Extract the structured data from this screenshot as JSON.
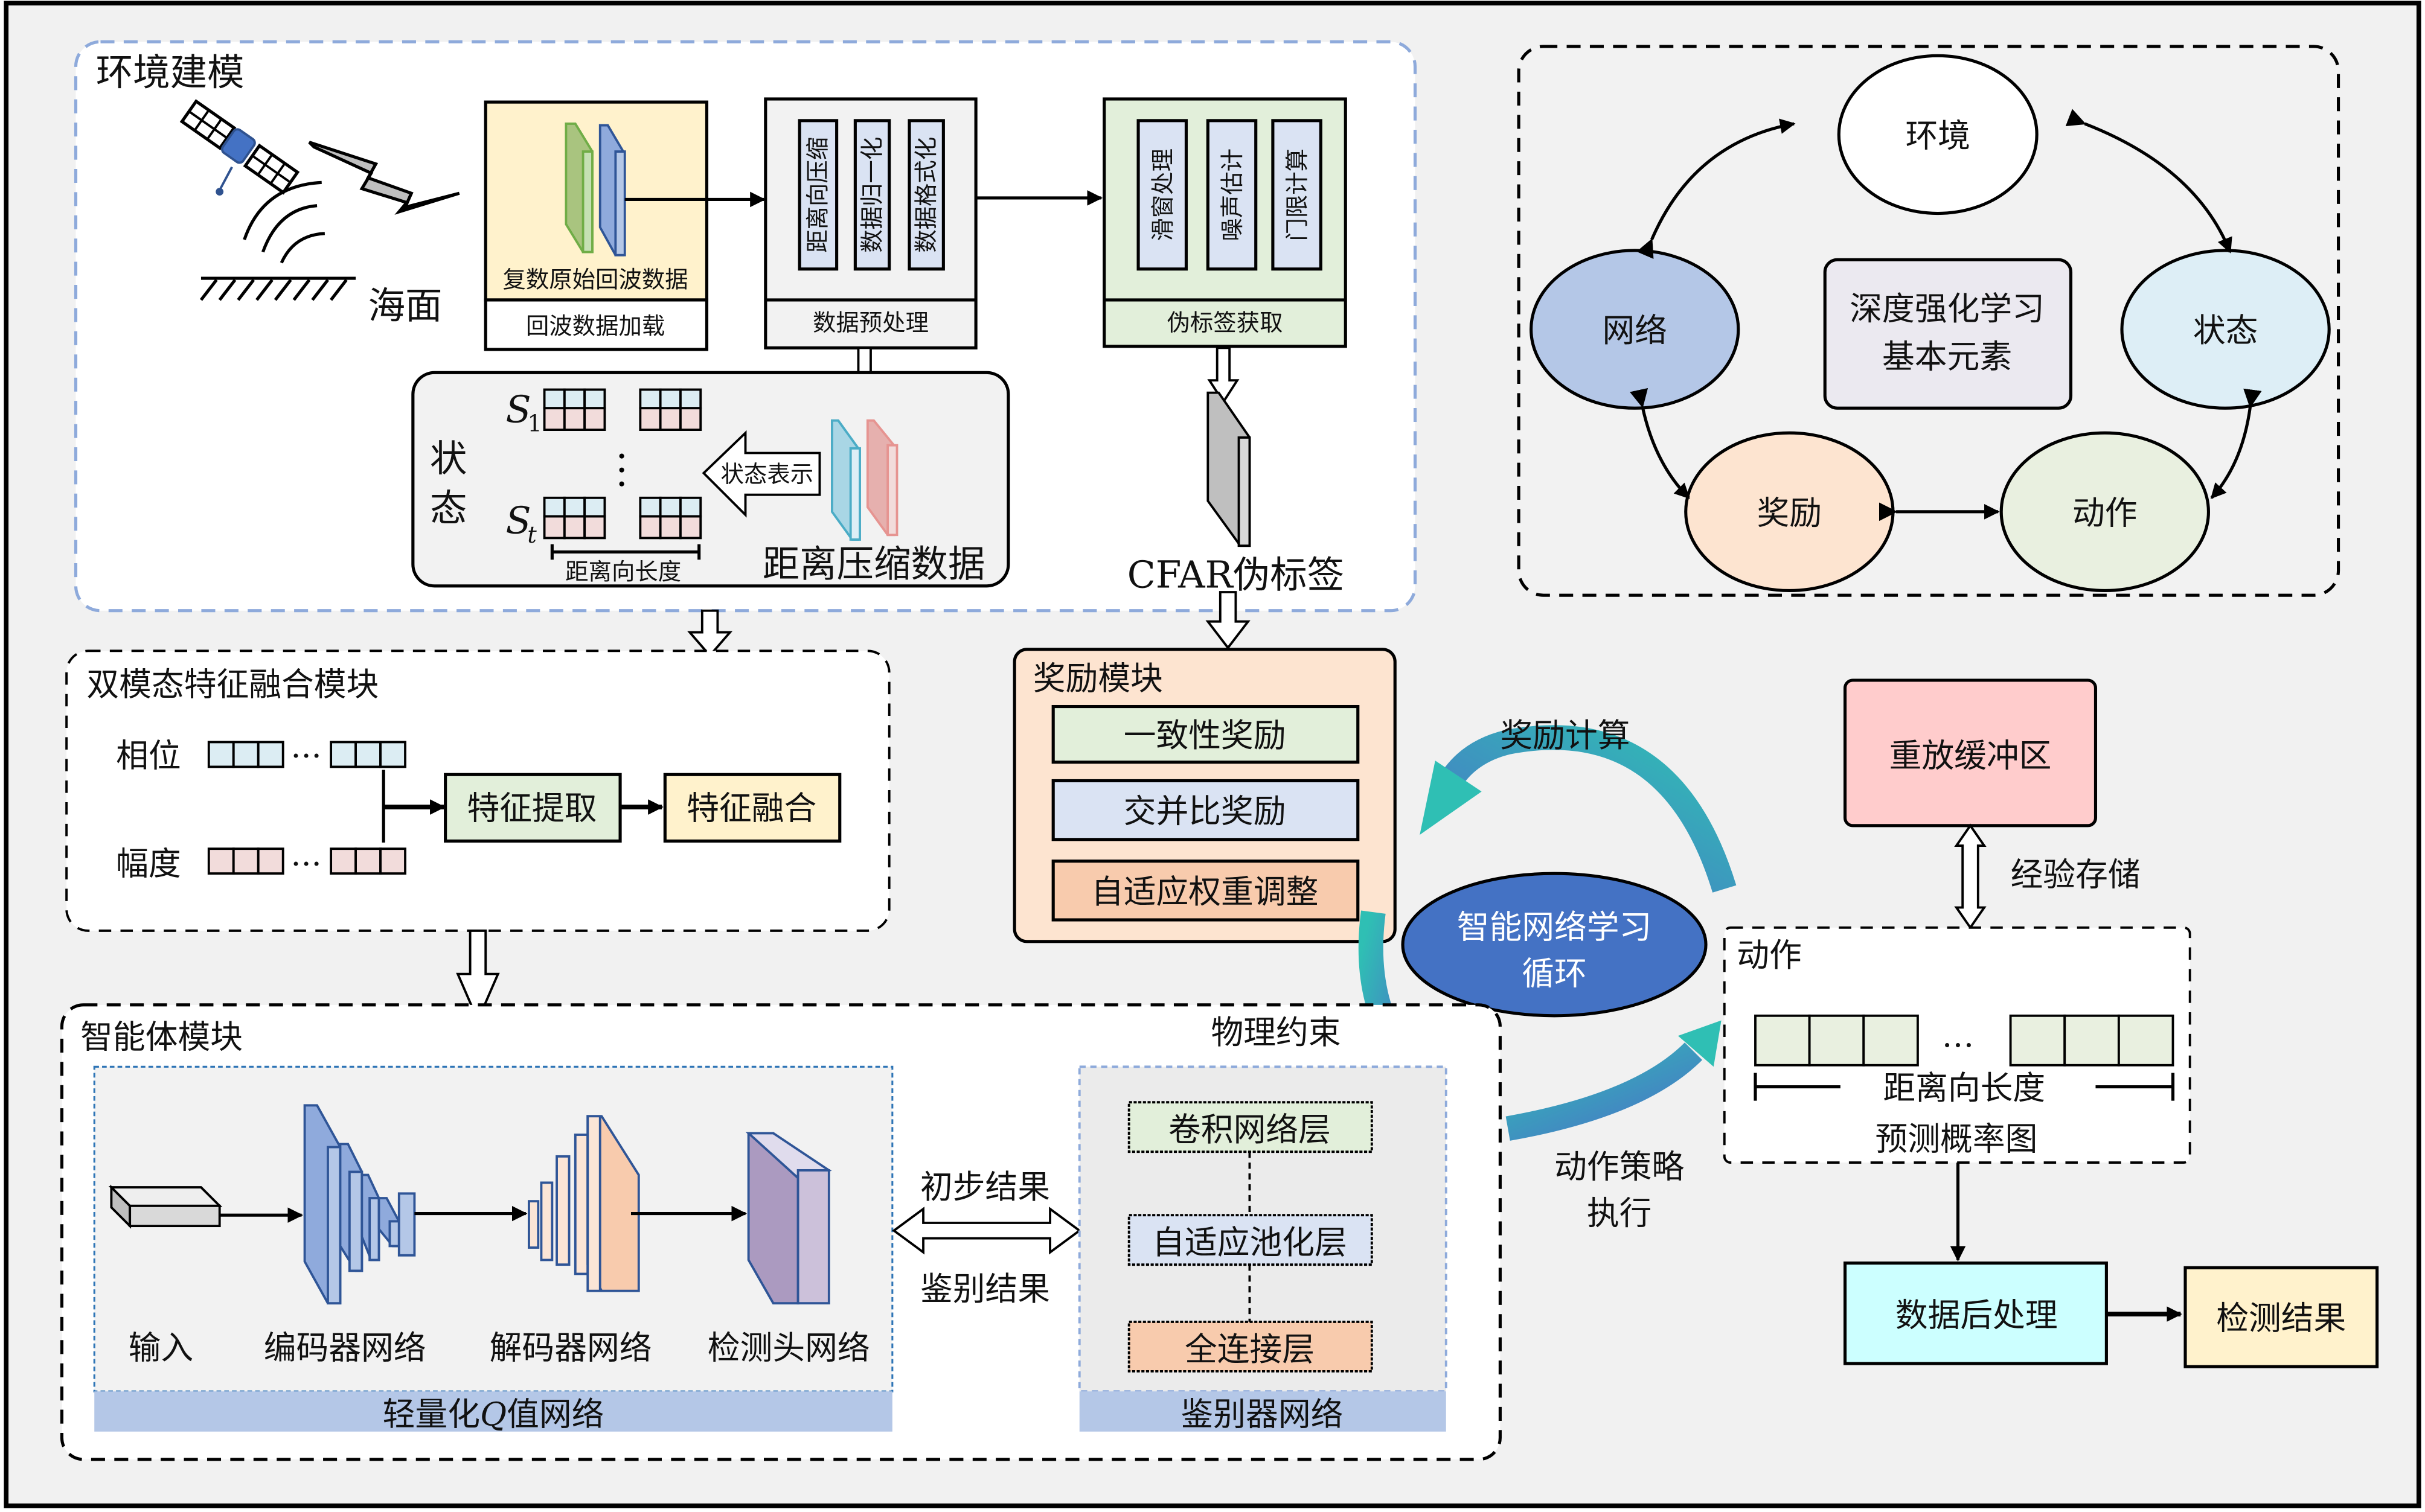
{
  "colors": {
    "background": "#f1f1f1",
    "env_border": "#8eaadb",
    "echo_box": "#fff2cc",
    "preproc_box": "#f2f2f2",
    "inner_blue": "#dae3f3",
    "pseudo_box": "#e2efda",
    "state_cell_blue": "#dcedf3",
    "state_cell_pink": "#f2dcdb",
    "reward_module": "#fde4d0",
    "reward_green": "#e2efda",
    "reward_blue": "#dae3f3",
    "reward_orange": "#f8cbad",
    "loop_ellipse": "#4472c4",
    "replay_buffer": "#ffcccc",
    "postproc": "#ccffff",
    "result": "#fff2cc",
    "qnet_bar": "#b4c7e7",
    "teal": "#2fbfb4"
  },
  "env": {
    "title": "环境建模",
    "sea_label": "海面",
    "echo_box_label": "复数原始回波数据",
    "echo_box_caption": "回波数据加载",
    "preproc_items": [
      "距离向压缩",
      "数据归一化",
      "数据格式化"
    ],
    "preproc_caption": "数据预处理",
    "pseudo_items": [
      "滑窗处理",
      "噪声估计",
      "门限计算"
    ],
    "pseudo_caption": "伪标签获取",
    "cfar_label": "CFAR伪标签",
    "state_box": {
      "side_label_1": "状",
      "side_label_2": "态",
      "s1": "S",
      "s1_sub": "1",
      "st": "S",
      "st_sub": "t",
      "length_label": "距离向长度",
      "arrow_label": "状态表示",
      "data_label": "距离压缩数据"
    }
  },
  "drl": {
    "center": "深度强化学习",
    "center2": "基本元素",
    "nodes": {
      "environment": "环境",
      "network": "网络",
      "state": "状态",
      "reward": "奖励",
      "action": "动作"
    }
  },
  "fusion": {
    "title": "双模态特征融合模块",
    "phase": "相位",
    "amplitude": "幅度",
    "extract": "特征提取",
    "fuse": "特征融合"
  },
  "reward_module": {
    "title": "奖励模块",
    "items": [
      "一致性奖励",
      "交并比奖励",
      "自适应权重调整"
    ]
  },
  "loop": {
    "reward_calc": "奖励计算",
    "center_1": "智能网络学习",
    "center_2": "循环",
    "action_exec_1": "动作策略",
    "action_exec_2": "执行"
  },
  "replay": {
    "label": "重放缓冲区",
    "store": "经验存储"
  },
  "action_box": {
    "title": "动作",
    "ellipsis": "…",
    "length_label": "距离向长度",
    "caption": "预测概率图"
  },
  "post": {
    "postproc": "数据后处理",
    "result": "检测结果"
  },
  "agent": {
    "title": "智能体模块",
    "physics": "物理约束",
    "stages": [
      "输入",
      "编码器网络",
      "解码器网络",
      "检测头网络"
    ],
    "qnet_caption_pre": "轻量化",
    "qnet_caption_q": "Q",
    "qnet_caption_post": "值网络",
    "prelim": "初步结果",
    "disc_result": "鉴别结果",
    "disc_layers": [
      "卷积网络层",
      "自适应池化层",
      "全连接层"
    ],
    "disc_caption": "鉴别器网络"
  }
}
